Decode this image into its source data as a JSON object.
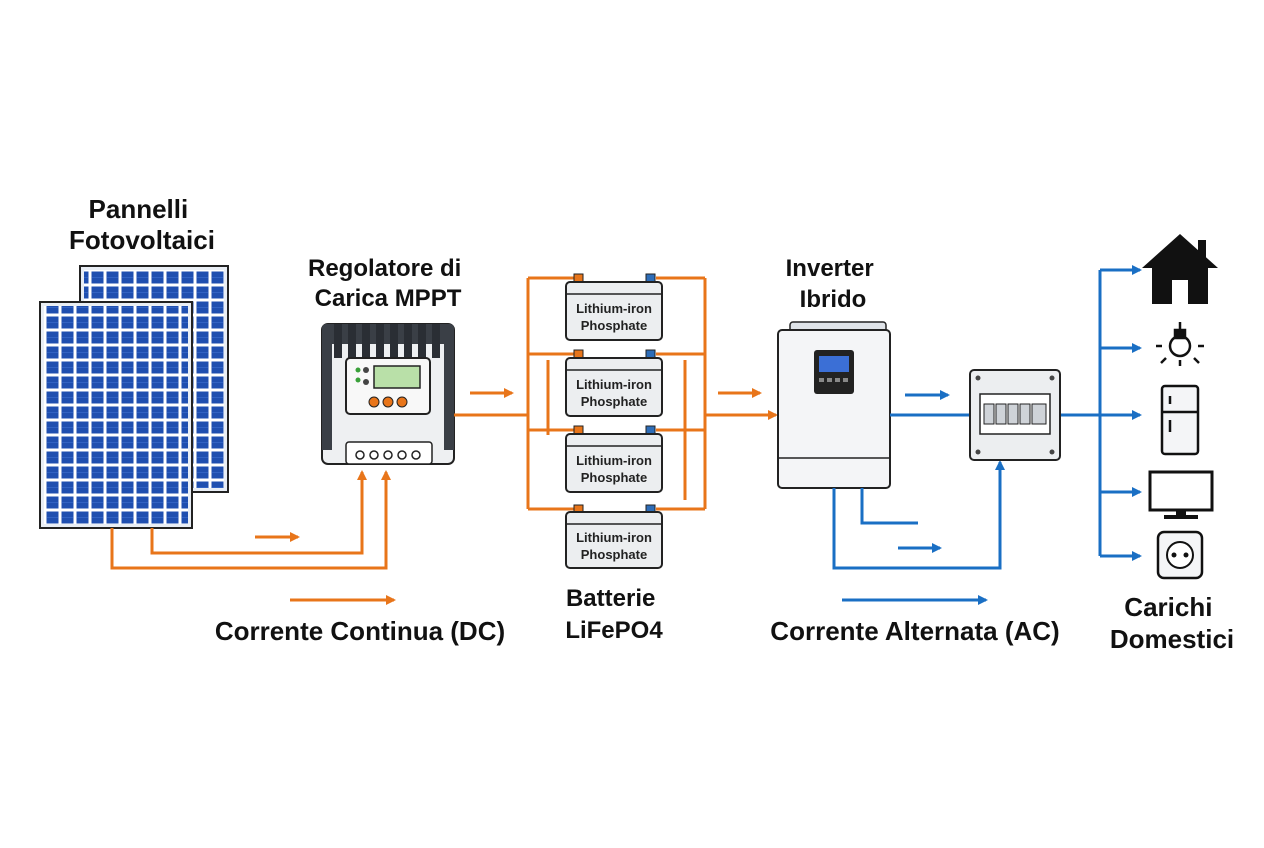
{
  "labels": {
    "panels": [
      "Pannelli",
      "Fotovoltaici"
    ],
    "controller": [
      "Regolatore di",
      "Carica MPPT"
    ],
    "batteries": [
      "Batterie",
      "LiFePO4"
    ],
    "inverter": [
      "Inverter",
      "Ibrido"
    ],
    "loads": [
      "Carichi",
      "Domestici"
    ],
    "dc_legend": "Corrente Continua (DC)",
    "ac_legend": "Corrente Alternata (AC)"
  },
  "battery_label": [
    "Lithium-iron",
    "Phosphate"
  ],
  "colors": {
    "dc": "#e8751a",
    "ac": "#1a6fc4",
    "panel": "#1f4fb0",
    "panel_frame": "#cfd6e0"
  },
  "loads": [
    "house-icon",
    "light-bulb-icon",
    "fridge-icon",
    "tv-icon",
    "socket-icon"
  ]
}
